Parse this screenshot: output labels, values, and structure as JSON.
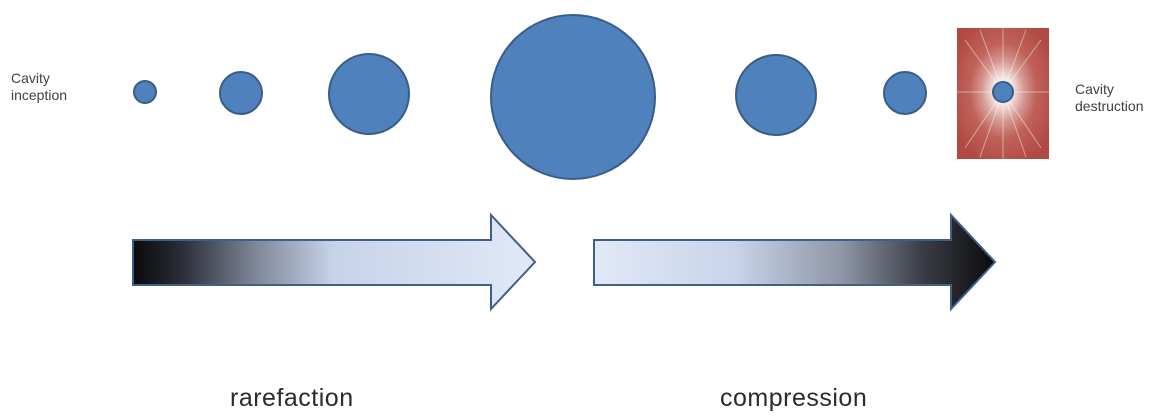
{
  "labels": {
    "inception_line1": "Cavity",
    "inception_line2": "inception",
    "destruction_line1": "Cavity",
    "destruction_line2": "destruction",
    "rarefaction": "rarefaction",
    "compression": "compression"
  },
  "colors": {
    "bubble_fill": "#4f81bd",
    "bubble_stroke": "#385d8a",
    "arrow_light": "#dbe5f5",
    "arrow_dark": "#0d0d0d",
    "arrow_stroke": "#385d8a",
    "burst_outer": "#b5504a",
    "burst_inner": "#ffffff"
  },
  "bubble_sequence": [
    "tiny",
    "small",
    "medium",
    "largest",
    "medium",
    "small",
    "collapsed"
  ]
}
